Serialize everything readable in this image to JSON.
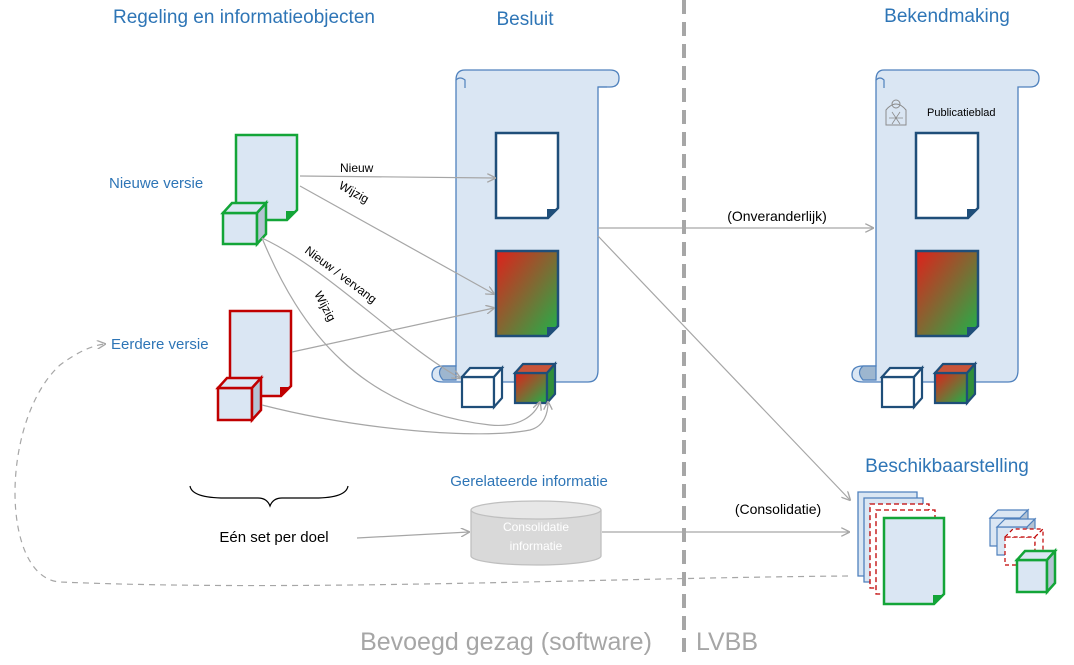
{
  "headings": {
    "regeling": "Regeling en informatieobjecten",
    "besluit": "Besluit",
    "bekendmaking": "Bekendmaking",
    "beschikbaarstelling": "Beschikbaarstelling",
    "gerelateerde": "Gerelateerde informatie"
  },
  "labels": {
    "nieuwe_versie": "Nieuwe versie",
    "eerdere_versie": "Eerdere versie",
    "een_set": "Eén set per doel",
    "publicatieblad": "Publicatieblad"
  },
  "arrows": {
    "nieuw": "Nieuw",
    "wijzig_1": "Wijzig",
    "nieuw_vervang": "Nieuw / vervang",
    "wijzig_2": "Wijzig",
    "onveranderlijk": "(Onveranderlijk)",
    "consolidatie": "(Consolidatie)"
  },
  "database": {
    "line1": "Consolidatie",
    "line2": "informatie"
  },
  "footer": {
    "left": "Bevoegd gezag (software)",
    "right": "LVBB"
  },
  "colors": {
    "heading_blue": "#2e75b6",
    "green": "#13a538",
    "red": "#c00000",
    "navy": "#1f4e79",
    "scroll_fill": "#dae6f3",
    "scroll_stroke": "#4f81bd",
    "arrow_gray": "#a6a6a6",
    "footer_gray": "#a6a6a6",
    "divider_gray": "#a6a6a6"
  }
}
